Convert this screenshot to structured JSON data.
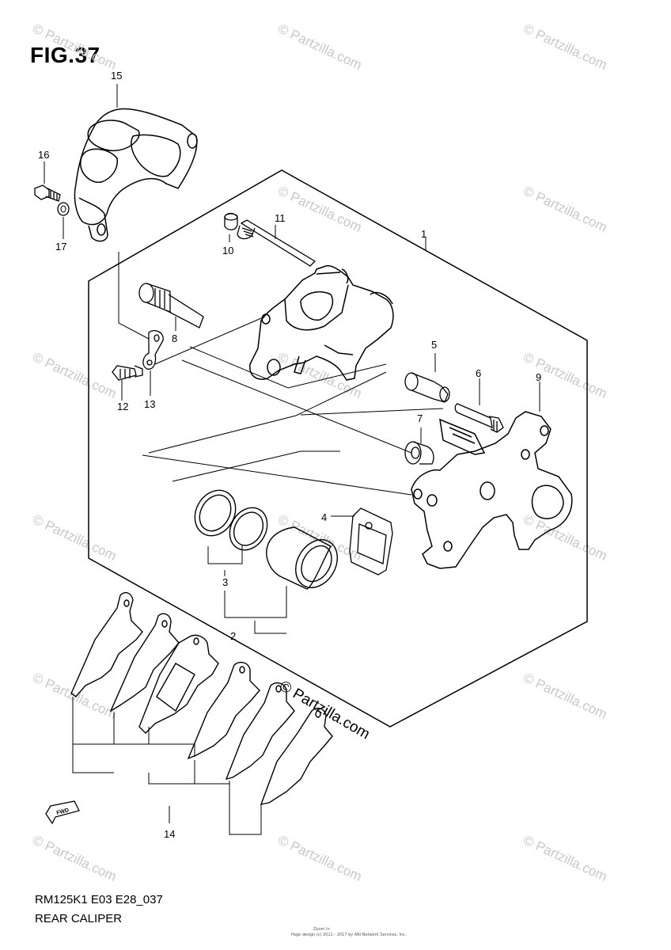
{
  "figure": {
    "title": "FIG.37"
  },
  "callouts": [
    "1",
    "2",
    "3",
    "4",
    "5",
    "6",
    "7",
    "8",
    "9",
    "10",
    "11",
    "12",
    "13",
    "14",
    "15",
    "16",
    "17"
  ],
  "watermark": {
    "text": "© Partzilla.com",
    "main_text": "© Partzilla.com"
  },
  "fwd_label": "FWD",
  "footer": {
    "code": "RM125K1 E03 E28_037",
    "name": "REAR CALIPER"
  },
  "credit": {
    "top": "Zoom In",
    "line": "Page design (c) 2011 - 2017 by ARI Network Services, Inc."
  }
}
